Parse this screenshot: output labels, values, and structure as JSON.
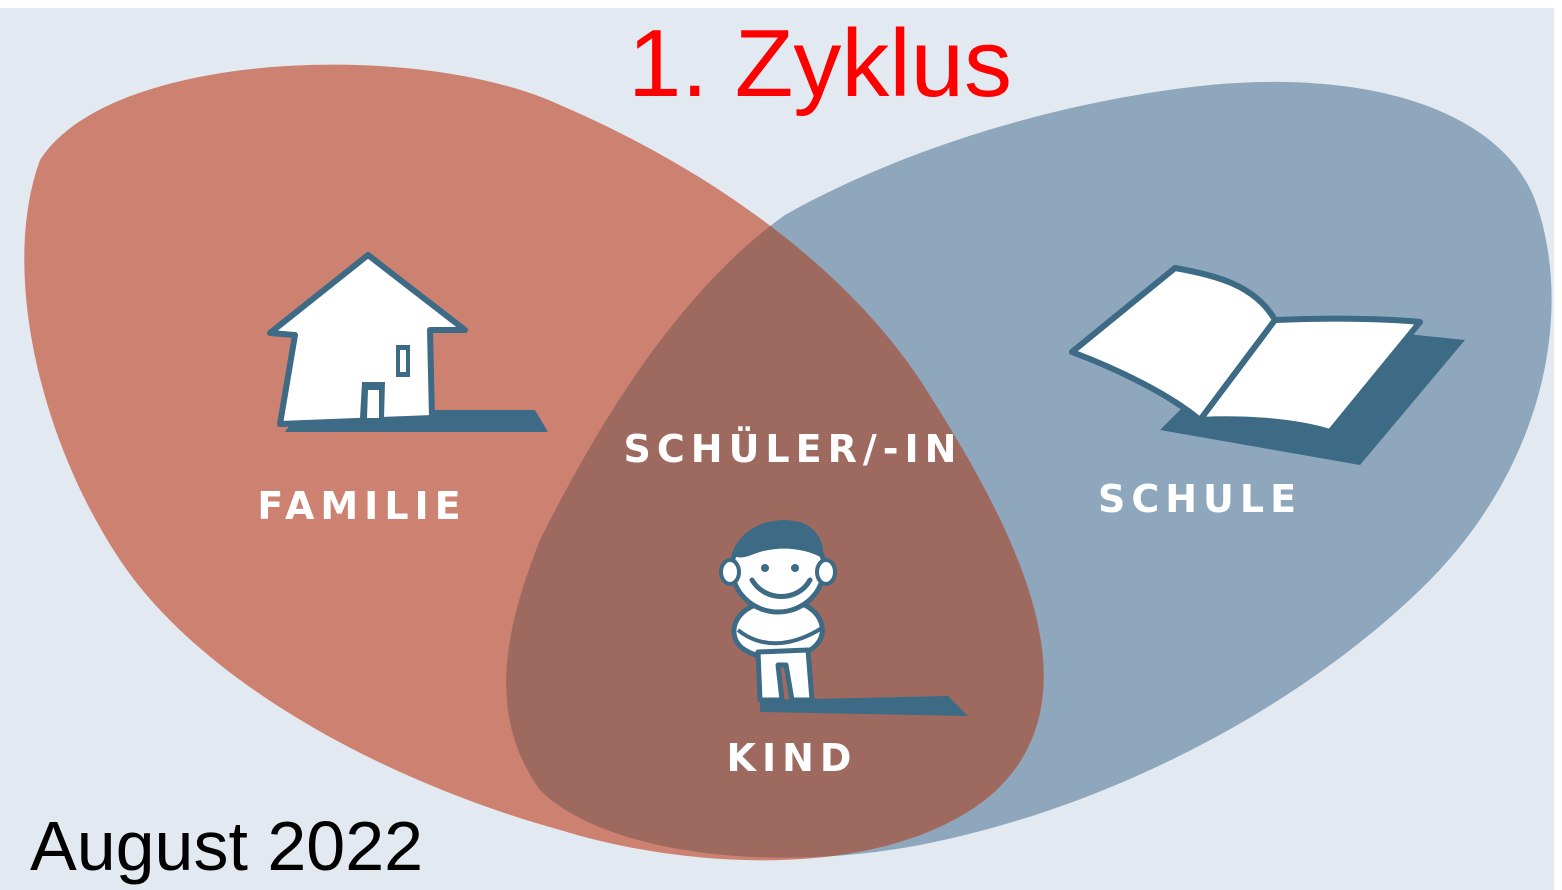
{
  "title": "1. Zyklus",
  "date": "August 2022",
  "labels": {
    "familie": "FAMILIE",
    "schule": "SCHULE",
    "schueler": "SCHÜLER/-IN",
    "kind": "KIND"
  },
  "colors": {
    "background": "#e3e9f1",
    "family_ellipse": "#cd8170",
    "school_ellipse": "#8ea7bc",
    "overlap": "#9e6a60",
    "title": "#ff0000",
    "date": "#000000",
    "icon_fill": "#ffffff",
    "icon_outline": "#3d6a85",
    "shadow": "#3d6a85"
  },
  "icons": {
    "family": "house-icon",
    "school": "open-book-icon",
    "child": "child-icon"
  }
}
